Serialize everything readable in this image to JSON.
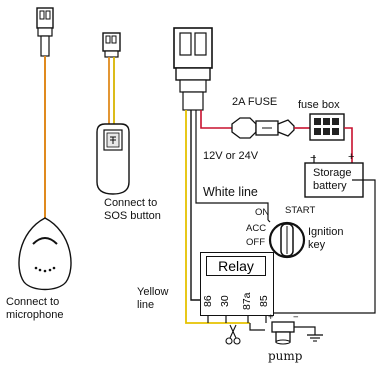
{
  "labels": {
    "fuse": "2A FUSE",
    "fuse_box": "fuse box",
    "voltage": "12V or 24V",
    "storage_battery_1": "Storage",
    "storage_battery_2": "battery",
    "battery_minus": "−",
    "battery_plus": "+",
    "white_line": "White line",
    "key_on": "ON",
    "key_start": "START",
    "key_acc": "ACC",
    "key_off": "OFF",
    "ignition_key_1": "Ignition",
    "ignition_key_2": "key",
    "relay": "Relay",
    "pin_86": "86",
    "pin_30": "30",
    "pin_87a": "87a",
    "pin_85": "85",
    "yellow_line_1": "Yellow",
    "yellow_line_2": "line",
    "sos_1": "Connect to",
    "sos_2": "SOS button",
    "mic_1": "Connect to",
    "mic_2": "microphone",
    "pump": "pump",
    "pump_plus": "+",
    "pump_minus": "−"
  },
  "colors": {
    "wire_red": "#c8102e",
    "wire_yellow": "#e6c200",
    "wire_orange": "#e08a1e",
    "line": "#111111"
  }
}
